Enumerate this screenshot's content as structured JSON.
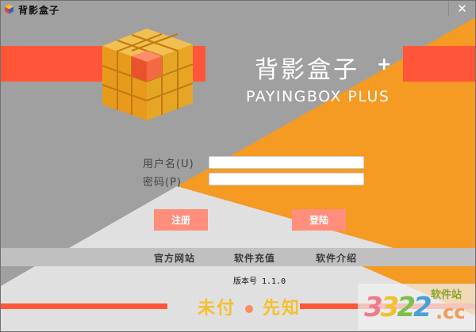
{
  "window": {
    "title": "背影盒子",
    "close_label": "✕"
  },
  "logo": {
    "name_cn": "背影盒子",
    "plus": "+",
    "name_en": "PAYINGBOX PLUS"
  },
  "form": {
    "username_label": "用户名(U)",
    "username_value": "",
    "password_label": "密码(P)",
    "password_value": ""
  },
  "buttons": {
    "register": "注册",
    "login": "登陆"
  },
  "nav": {
    "items": [
      {
        "label": "官方网站"
      },
      {
        "label": "软件充值"
      },
      {
        "label": "软件介绍"
      }
    ]
  },
  "footer": {
    "version_label": "版本号 1.1.0",
    "slogan_left": "未付",
    "slogan_right": "先知"
  },
  "watermark": {
    "number": "3322",
    "domain": ".cc",
    "tag": "软件站"
  },
  "colors": {
    "gray_bg": "#a0a0a0",
    "orange": "#f59a22",
    "red_band": "#ff563a",
    "button": "#ff8e7c",
    "light_gray": "#e0e0e0",
    "nav_bar": "#c0c0c0",
    "slogan": "#f2c12e"
  }
}
